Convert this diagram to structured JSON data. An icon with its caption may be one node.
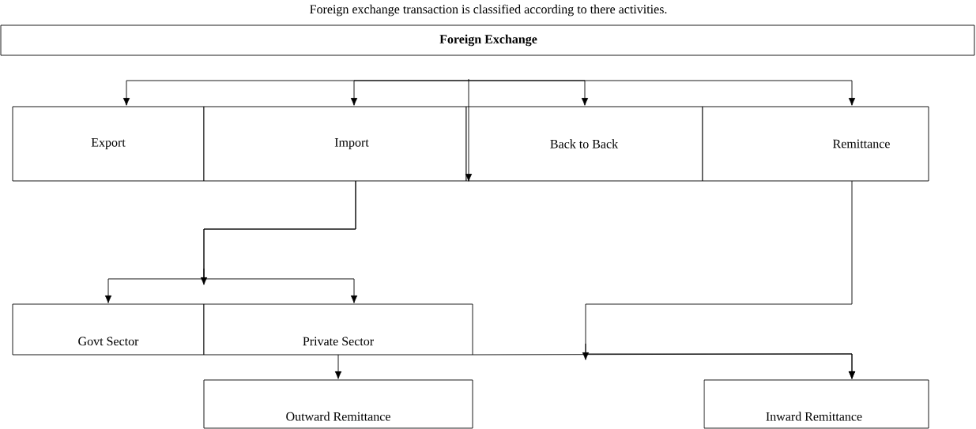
{
  "diagram": {
    "title": "Foreign exchange transaction is classified according to there activities.",
    "nodes": [
      {
        "text": [
          "Foreign Exchange"
        ]
      },
      {
        "text": [
          "Export"
        ]
      },
      {
        "text": [
          "Import"
        ]
      },
      {
        "text": [
          "Back to Back"
        ]
      },
      {
        "text": [
          "Remittance"
        ]
      },
      {
        "text": [
          "Govt Sector"
        ]
      },
      {
        "text": [
          "Private Sector"
        ]
      },
      {
        "text": [
          "Outward Remittance"
        ]
      },
      {
        "text": [
          "Inward Remittance"
        ]
      }
    ],
    "edges": [
      {
        "from": null,
        "to": 1,
        "arrow": "to"
      },
      {
        "from": null,
        "to": 2,
        "arrow": "to"
      },
      {
        "from": null,
        "to": 3,
        "arrow": "to"
      },
      {
        "from": null,
        "to": 4,
        "arrow": "to"
      },
      {
        "from": 2,
        "to": 5,
        "arrow": "to"
      },
      {
        "from": 2,
        "to": 6,
        "arrow": "to"
      },
      {
        "from": 6,
        "to": 7,
        "arrow": "to"
      },
      {
        "from": 4,
        "to": 8,
        "arrow": "to"
      },
      {
        "from": 6,
        "to": 8,
        "arrow": "to"
      }
    ]
  }
}
